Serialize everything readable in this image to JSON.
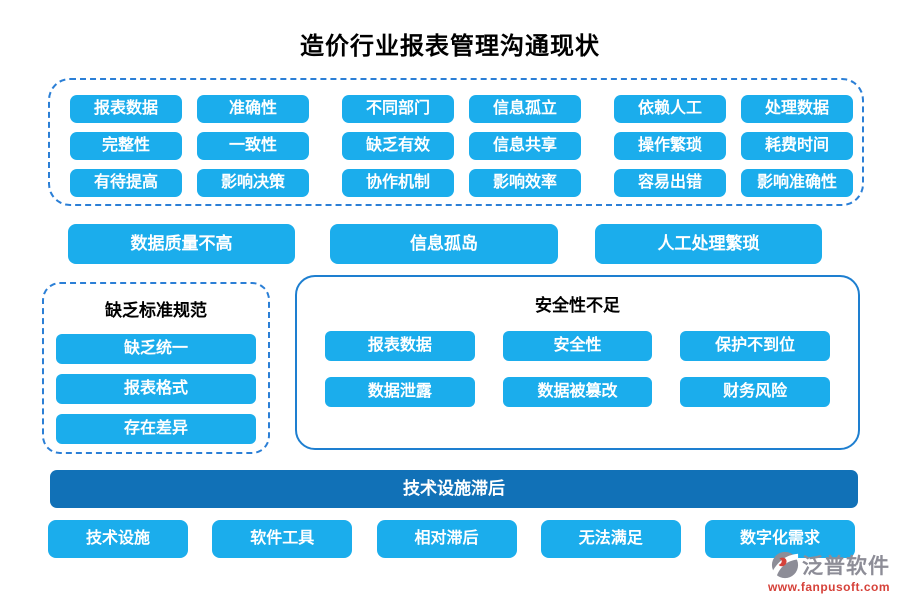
{
  "title": "造价行业报表管理沟通现状",
  "issues_group": {
    "rows": [
      [
        "报表数据",
        "准确性",
        "不同部门",
        "信息孤立",
        "依赖人工",
        "处理数据"
      ],
      [
        "完整性",
        "一致性",
        "缺乏有效",
        "信息共享",
        "操作繁琐",
        "耗费时间"
      ],
      [
        "有待提高",
        "影响决策",
        "协作机制",
        "影响效率",
        "容易出错",
        "影响准确性"
      ]
    ]
  },
  "summary_buttons": [
    "数据质量不高",
    "信息孤岛",
    "人工处理繁琐"
  ],
  "standards_box": {
    "title": "缺乏标准规范",
    "items": [
      "缺乏统一",
      "报表格式",
      "存在差异"
    ]
  },
  "security_box": {
    "title": "安全性不足",
    "items": [
      "报表数据",
      "安全性",
      "保护不到位",
      "数据泄露",
      "数据被篡改",
      "财务风险"
    ]
  },
  "banner": "技术设施滞后",
  "bottom_buttons": [
    "技术设施",
    "软件工具",
    "相对滞后",
    "无法满足",
    "数字化需求"
  ],
  "logo": {
    "name": "泛普软件",
    "url": "www.fanpusoft.com"
  },
  "colors": {
    "primary_blue": "#1badec",
    "banner_blue": "#1171b7",
    "dashed_border_blue": "#2b7fd6",
    "solid_border_blue": "#1e7fd0",
    "logo_gray": "#8d8d97",
    "logo_red": "#d6423a"
  }
}
